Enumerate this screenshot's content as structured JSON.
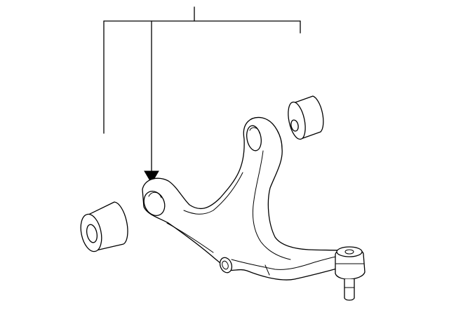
{
  "diagram": {
    "stroke_color": "#000000",
    "background": "#ffffff",
    "parts": [
      "leader-lines",
      "pointer-arrow",
      "control-arm",
      "front-bushing",
      "rear-bushing",
      "ball-joint"
    ]
  }
}
